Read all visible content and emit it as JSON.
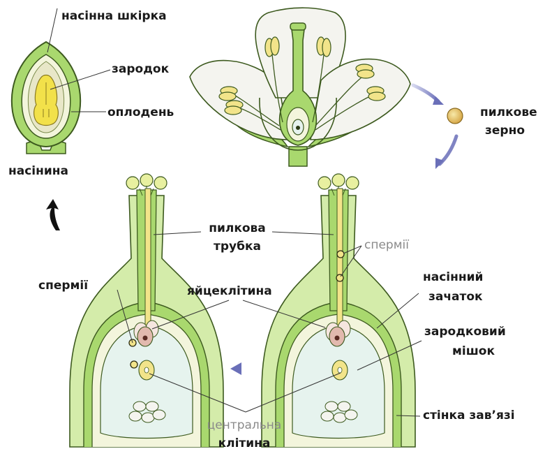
{
  "labels": {
    "seed_coat": "насінна шкірка",
    "embryo": "зародок",
    "pericarp": "оплодень",
    "seed": "насінина",
    "pollen_grain_1": "пилкове",
    "pollen_grain_2": "зерно",
    "pollen_tube_1": "пилкова",
    "pollen_tube_2": "трубка",
    "sperms_right": "спермії",
    "sperms_left": "спермії",
    "egg_cell": "яйцеклітина",
    "ovule_1": "насінний",
    "ovule_2": "зачаток",
    "embryo_sac_1": "зародковий",
    "embryo_sac_2": "мішок",
    "ovary_wall": "стінка зав’язі",
    "central_cell_1": "центральна",
    "central_cell_2": "клітина"
  },
  "colors": {
    "green": "#a9d86e",
    "light_green": "#d4ecaa",
    "dark_outline": "#3d5a1f",
    "petal": "#f4f4ef",
    "yellow": "#f2e48a",
    "embryo_sac": "#e6f3ee",
    "arrow_purple": "#6a6fb8",
    "arrow_black": "#111111"
  }
}
